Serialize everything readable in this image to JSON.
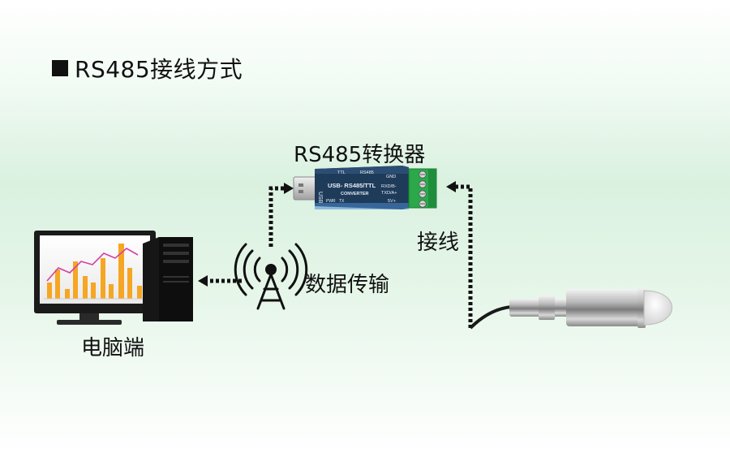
{
  "title": "RS485接线方式",
  "labels": {
    "converter": "RS485转换器",
    "wiring": "接线",
    "data_transmission": "数据传输",
    "computer": "电脑端"
  },
  "device": {
    "model": "USB- RS485/TTL",
    "sub": "CONVERTER",
    "usb": "USB",
    "ttl": "TTL",
    "rs485": "RS485",
    "pins": [
      "GND",
      "RXD/B-",
      "TXD/A+",
      "5V+"
    ],
    "leds": [
      "PWR",
      "TX"
    ]
  },
  "colors": {
    "arrow": "#111111",
    "terminal": "#28a745",
    "converter_body": "#1f3b5a",
    "bar_orange": "#f5a623",
    "chart_line": "#d63fa4"
  }
}
